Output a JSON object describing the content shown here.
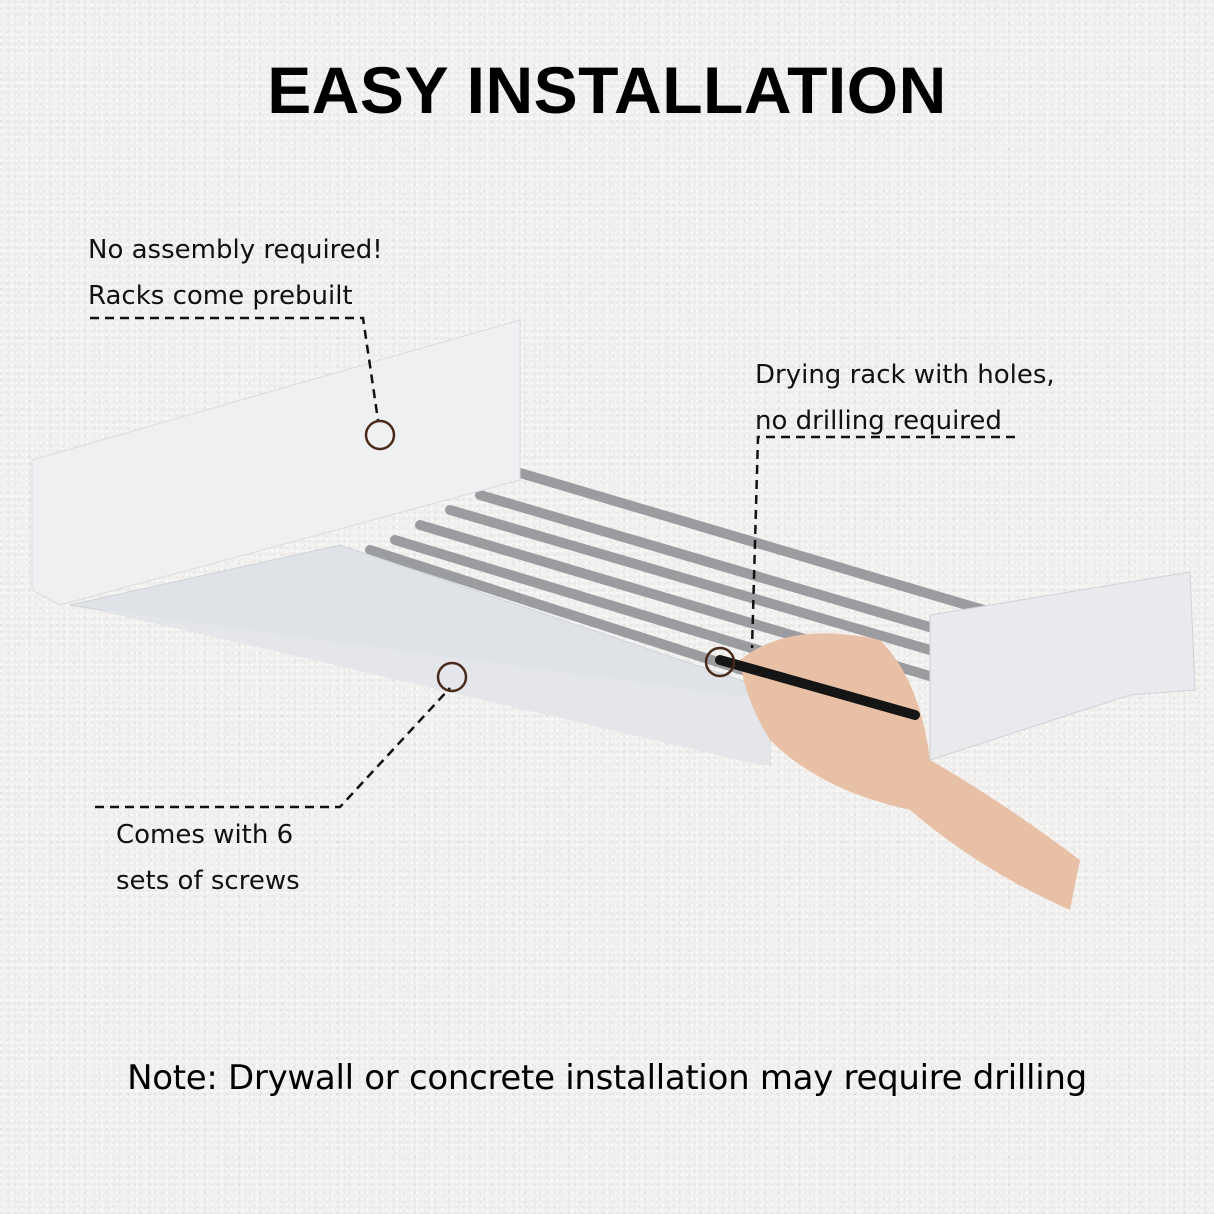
{
  "title": "EASY INSTALLATION",
  "callouts": {
    "prebuilt": {
      "line1": "No assembly required!",
      "line2": "Racks come prebuilt"
    },
    "holes": {
      "line1": "Drying rack with holes,",
      "line2": "no drilling required"
    },
    "screws": {
      "line1": "Comes with 6",
      "line2": "sets of screws"
    }
  },
  "note": "Note: Drywall or concrete installation may require drilling",
  "colors": {
    "circle_marker": "#4a2a1c",
    "background": "#f1f0ee",
    "rack": "#e6e8ec",
    "rod": "#9a9ca0"
  },
  "illustration": {
    "subject": "wall-mounted folding drying rack with hand holding pen",
    "rod_count": 6
  }
}
